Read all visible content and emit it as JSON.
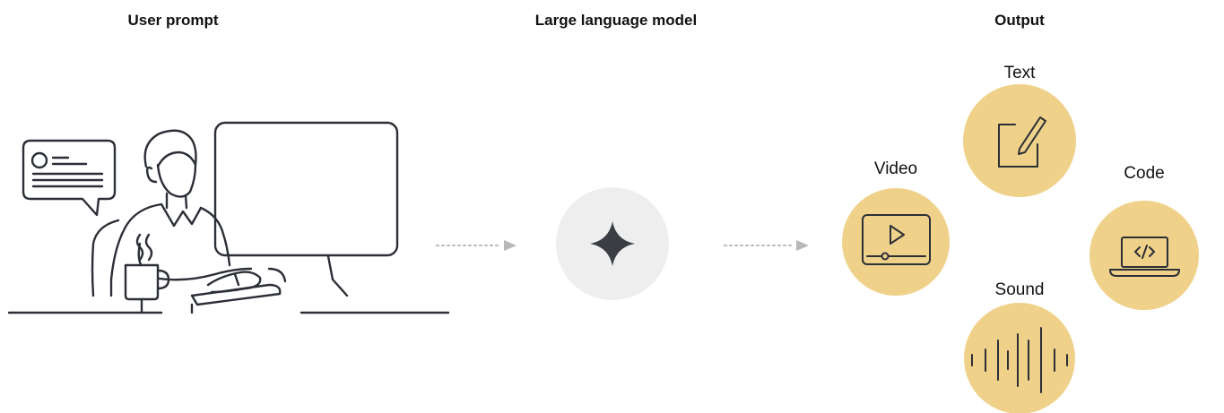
{
  "headings": {
    "user_prompt": "User prompt",
    "llm": "Large language model",
    "output": "Output"
  },
  "outputs": {
    "text": "Text",
    "video": "Video",
    "code": "Code",
    "sound": "Sound"
  },
  "colors": {
    "line": "#2b2f36",
    "output_circle": "#efd18a",
    "llm_circle": "#eeeeee",
    "arrow": "#b8b8b8"
  },
  "icons": {
    "user": "person-at-desk-illustration",
    "llm": "sparkle-icon",
    "text": "document-pen-icon",
    "video": "video-player-icon",
    "code": "laptop-code-icon",
    "sound": "sound-wave-icon"
  }
}
